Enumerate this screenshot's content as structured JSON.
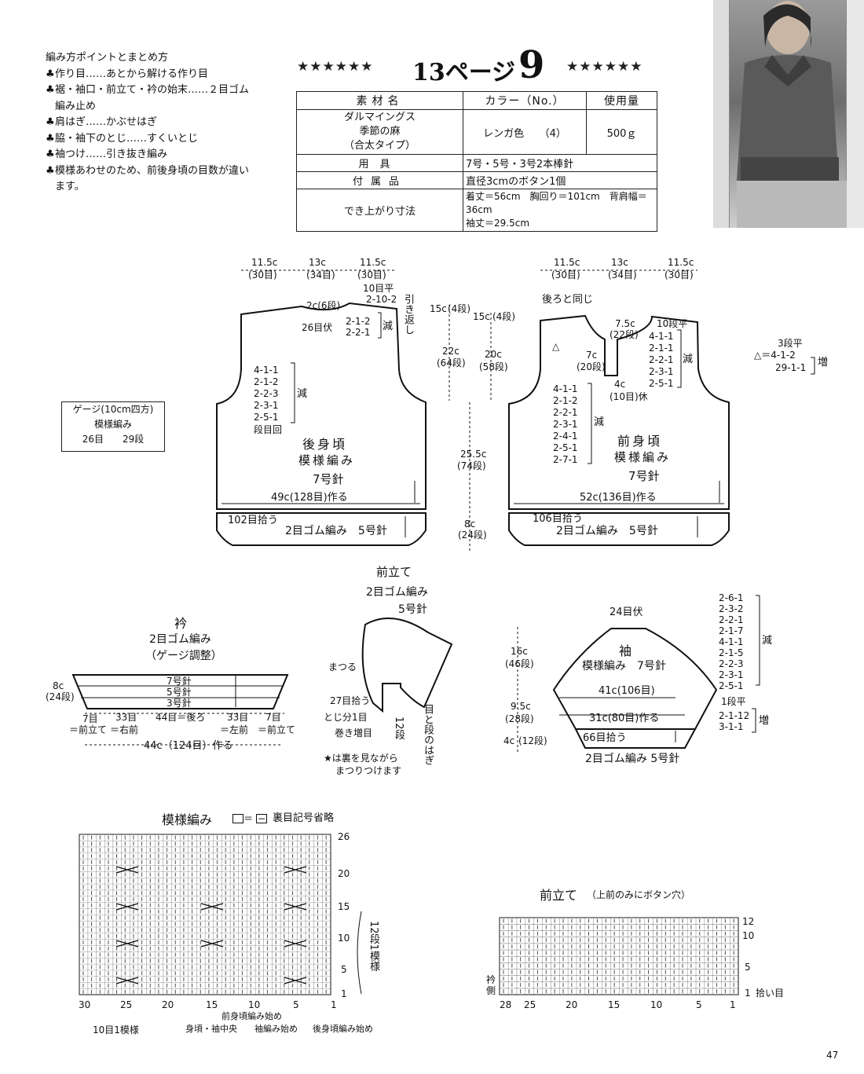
{
  "notes": {
    "heading": "編み方ポイントとまとめ方",
    "items": [
      "作り目……あとから解ける作り目",
      "裾・袖口・前立て・衿の始末……２目ゴム",
      "編み止め",
      "肩はぎ……かぶせはぎ",
      "脇・袖下のとじ……すくいとじ",
      "袖つけ……引き抜き編み",
      "模様あわせのため、前後身頃の目数が違い",
      "ます。"
    ]
  },
  "title": {
    "stars_left": "★★★★★★",
    "page": "13ページ",
    "number": "9",
    "stars_right": "★★★★★★"
  },
  "materials": {
    "col_name": "素材名",
    "col_color": "カラー（No.）",
    "col_amount": "使用量",
    "yarn_line1": "ダルマイングス",
    "yarn_line2": "季節の麻",
    "yarn_line3": "（合太タイプ）",
    "color": "レンガ色　　（4）",
    "amount": "500ｇ",
    "tools_label": "用具",
    "tools": "7号・5号・3号2本棒針",
    "acc_label": "付属品",
    "accessories": "直径3cmのボタン1個",
    "size_label": "でき上がり寸法",
    "size_line1": "着丈＝56cm　胸回り＝101cm　背肩幅＝36cm",
    "size_line2": "袖丈＝29.5cm"
  },
  "gauge": {
    "line1": "ゲージ(10cm四方)",
    "line2": "模様編み",
    "line3": "26目　　29段"
  },
  "back": {
    "top_left": "11.5c",
    "top_left_s": "(30目)",
    "top_mid": "13c",
    "top_mid_s": "(34目)",
    "top_right": "11.5c",
    "top_right_s": "(30目)",
    "neck": "2c(6段)",
    "neck_st": "26目伏",
    "neck_dec_1": "2-1-2",
    "neck_dec_2": "2-2-1",
    "dec": "減",
    "shoulder_1": "10目平",
    "shoulder_2": "2-10-2",
    "shoulder_note": "引き返し",
    "arm_1": "4-1-1",
    "arm_2": "2-1-2",
    "arm_3": "2-2-3",
    "arm_4": "2-3-1",
    "arm_5": "2-5-1",
    "arm_6": "段目回",
    "name": "後身頃",
    "pattern": "模様編み",
    "needle": "7号針",
    "cast": "49c(128目)作る",
    "pickup": "102目拾う",
    "rib": "2目ゴム編み　5号針"
  },
  "vert": {
    "a": "15c",
    "a_s": "(4段)",
    "b": "22c",
    "b_s": "(64段)",
    "c": "25.5c",
    "c_s": "(74段)",
    "d": "8c",
    "d_s": "(24段)",
    "e": "15c",
    "e_s": "(4段)",
    "f": "20c",
    "f_s": "(58段)"
  },
  "front": {
    "top_left": "11.5c",
    "top_left_s": "(30目)",
    "top_mid": "13c",
    "top_mid_s": "(34目)",
    "top_right": "11.5c",
    "top_right_s": "(30目)",
    "same": "後ろと同じ",
    "neck_w": "7.5c",
    "neck_w_s": "(22段)",
    "neck_d": "7c",
    "neck_d_s": "(20段)",
    "placket": "4c",
    "placket_s": "(10目)休",
    "neck_1": "10段平",
    "neck_2": "4-1-1",
    "neck_3": "2-1-1",
    "neck_4": "2-2-1",
    "neck_5": "2-3-1",
    "neck_6": "2-5-1",
    "dec": "減",
    "arm_1": "4-1-1",
    "arm_2": "2-1-2",
    "arm_3": "2-2-1",
    "arm_4": "2-3-1",
    "arm_5": "2-4-1",
    "arm_6": "2-5-1",
    "arm_7": "2-7-1",
    "name": "前身頃",
    "pattern": "模様編み",
    "needle": "7号針",
    "cast": "52c(136目)作る",
    "pickup": "106目拾う",
    "rib": "2目ゴム編み　5号針",
    "side_1": "3段平",
    "side_2": "△＝4-1-2",
    "side_3": "29-1-1",
    "inc": "増",
    "tri": "△"
  },
  "collar": {
    "name": "衿",
    "rib": "2目ゴム編み",
    "note": "（ゲージ調整）",
    "n7": "7号針",
    "n5": "5号針",
    "n3": "3号針",
    "h": "8c",
    "h_s": "(24段)",
    "a": "7目",
    "b": "33目",
    "c": "44目＝後ろ",
    "d": "33目",
    "e": "7目",
    "a2": "＝前立て",
    "b2": "＝右前",
    "d2": "＝左前",
    "e2": "＝前立て",
    "cast": "44c（124目）作る"
  },
  "placket": {
    "name": "前立て",
    "rib": "2目ゴム編み",
    "needle": "5号針",
    "matsuro": "まつる",
    "pick": "27目拾う",
    "toji": "とじ分1目",
    "maki": "巻き増目",
    "rows": "12段",
    "note": "目と段のはぎ",
    "star1": "★は裏を見ながら",
    "star2": "まつりつけます"
  },
  "sleeve": {
    "bind": "24目伏",
    "name": "袖",
    "pattern": "模様編み　7号針",
    "h1": "16c",
    "h1_s": "(46段)",
    "h2": "9.5c",
    "h2_s": "(28段)",
    "h3": "4c",
    "h3_s": "(12段)",
    "w": "41c(106目)",
    "cast": "31c(80目)作る",
    "pick": "66目拾う",
    "rib": "2目ゴム編み 5号針",
    "cap": [
      "2-6-1",
      "2-3-2",
      "2-2-1",
      "2-1-7",
      "4-1-1",
      "2-1-5",
      "2-2-3",
      "2-3-1",
      "2-5-1"
    ],
    "dec": "減",
    "flat": "1段平",
    "inc1": "2-1-12",
    "inc2": "3-1-1",
    "inc": "増"
  },
  "chart1": {
    "title": "模様編み",
    "legend": "＝",
    "legend_note": "裏目記号省略",
    "rows": [
      "26",
      "20",
      "15",
      "10",
      "5",
      "1"
    ],
    "cols": [
      "30",
      "25",
      "20",
      "15",
      "10",
      "5",
      "1"
    ],
    "repeat_rows": "12段1模様",
    "repeat_cols": "10目1模様",
    "mark1": "身頃・袖中央",
    "mark2": "前身頃編み始め",
    "mark3": "袖編み始め",
    "mark4": "後身頃編み始め"
  },
  "chart2": {
    "title": "前立て",
    "subtitle": "（上前のみにボタン穴）",
    "rows": [
      "12",
      "10",
      "5",
      "1"
    ],
    "cols": [
      "28",
      "25",
      "20",
      "15",
      "10",
      "5",
      "1"
    ],
    "side": "衿側",
    "pick": "拾い目"
  },
  "page_number": "47"
}
